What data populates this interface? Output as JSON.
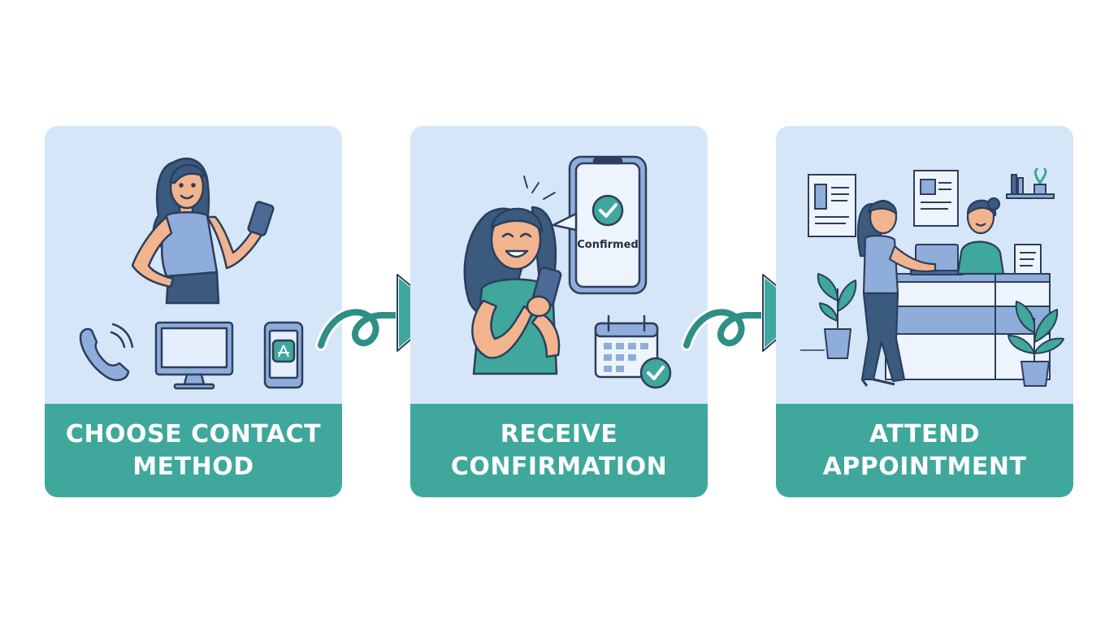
{
  "steps": [
    {
      "title_line1": "CHOOSE CONTACT",
      "title_line2": "METHOD",
      "icons": [
        "phone-call-icon",
        "desktop-monitor-icon",
        "smartphone-app-icon"
      ]
    },
    {
      "title_line1": "RECEIVE",
      "title_line2": "CONFIRMATION",
      "bubble_text": "Confirmed",
      "icons": [
        "check-circle-icon",
        "calendar-check-icon"
      ]
    },
    {
      "title_line1": "ATTEND",
      "title_line2": "APPOINTMENT",
      "icons": [
        "reception-desk-icon",
        "potted-plant-icon"
      ]
    }
  ],
  "colors": {
    "card_background": "#d6e6f9",
    "label_band": "#3fa79c",
    "label_text": "#ffffff",
    "arrow": "#2f8f84",
    "outline": "#2c3e5c"
  }
}
